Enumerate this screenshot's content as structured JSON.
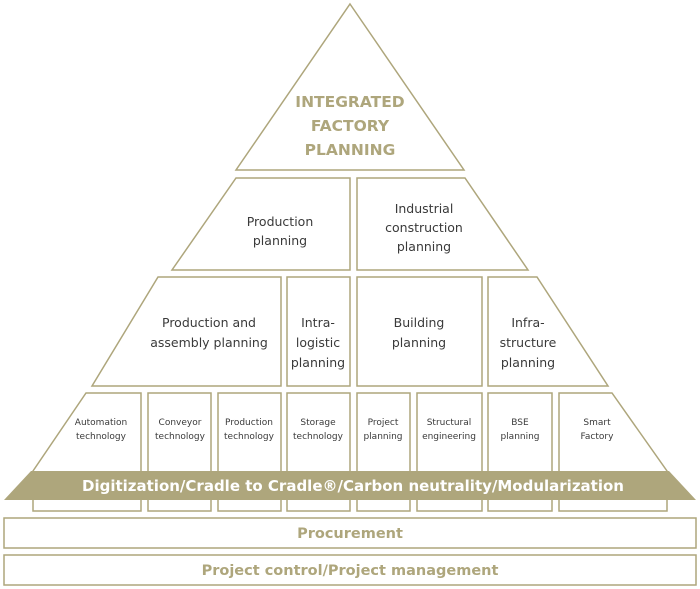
{
  "colors": {
    "gold": "#aea67c",
    "band_fill": "#aea67c",
    "text_dark": "#3a3a3a"
  },
  "pyramid": {
    "top": {
      "lines": [
        "INTEGRATED",
        "FACTORY",
        "PLANNING"
      ]
    },
    "level2": [
      {
        "lines": [
          "Production",
          "planning"
        ]
      },
      {
        "lines": [
          "Industrial",
          "construction",
          "planning"
        ]
      }
    ],
    "level3": [
      {
        "lines": [
          "Production and",
          "assembly planning"
        ]
      },
      {
        "lines": [
          "Intra-",
          "logistic",
          "planning"
        ]
      },
      {
        "lines": [
          "Building",
          "planning"
        ]
      },
      {
        "lines": [
          "Infra-",
          "structure",
          "planning"
        ]
      }
    ],
    "level4": [
      {
        "lines": [
          "Automation",
          "technology"
        ]
      },
      {
        "lines": [
          "Conveyor",
          "technology"
        ]
      },
      {
        "lines": [
          "Production",
          "technology"
        ]
      },
      {
        "lines": [
          "Storage",
          "technology"
        ]
      },
      {
        "lines": [
          "Project",
          "planning"
        ]
      },
      {
        "lines": [
          "Structural",
          "engineering"
        ]
      },
      {
        "lines": [
          "BSE",
          "planning"
        ]
      },
      {
        "lines": [
          "Smart",
          "Factory"
        ]
      }
    ]
  },
  "band": {
    "label": "Digitization/Cradle to Cradle®/Carbon neutrality/Modularization"
  },
  "bars": [
    {
      "label": "Procurement"
    },
    {
      "label": "Project control/Project management"
    }
  ]
}
